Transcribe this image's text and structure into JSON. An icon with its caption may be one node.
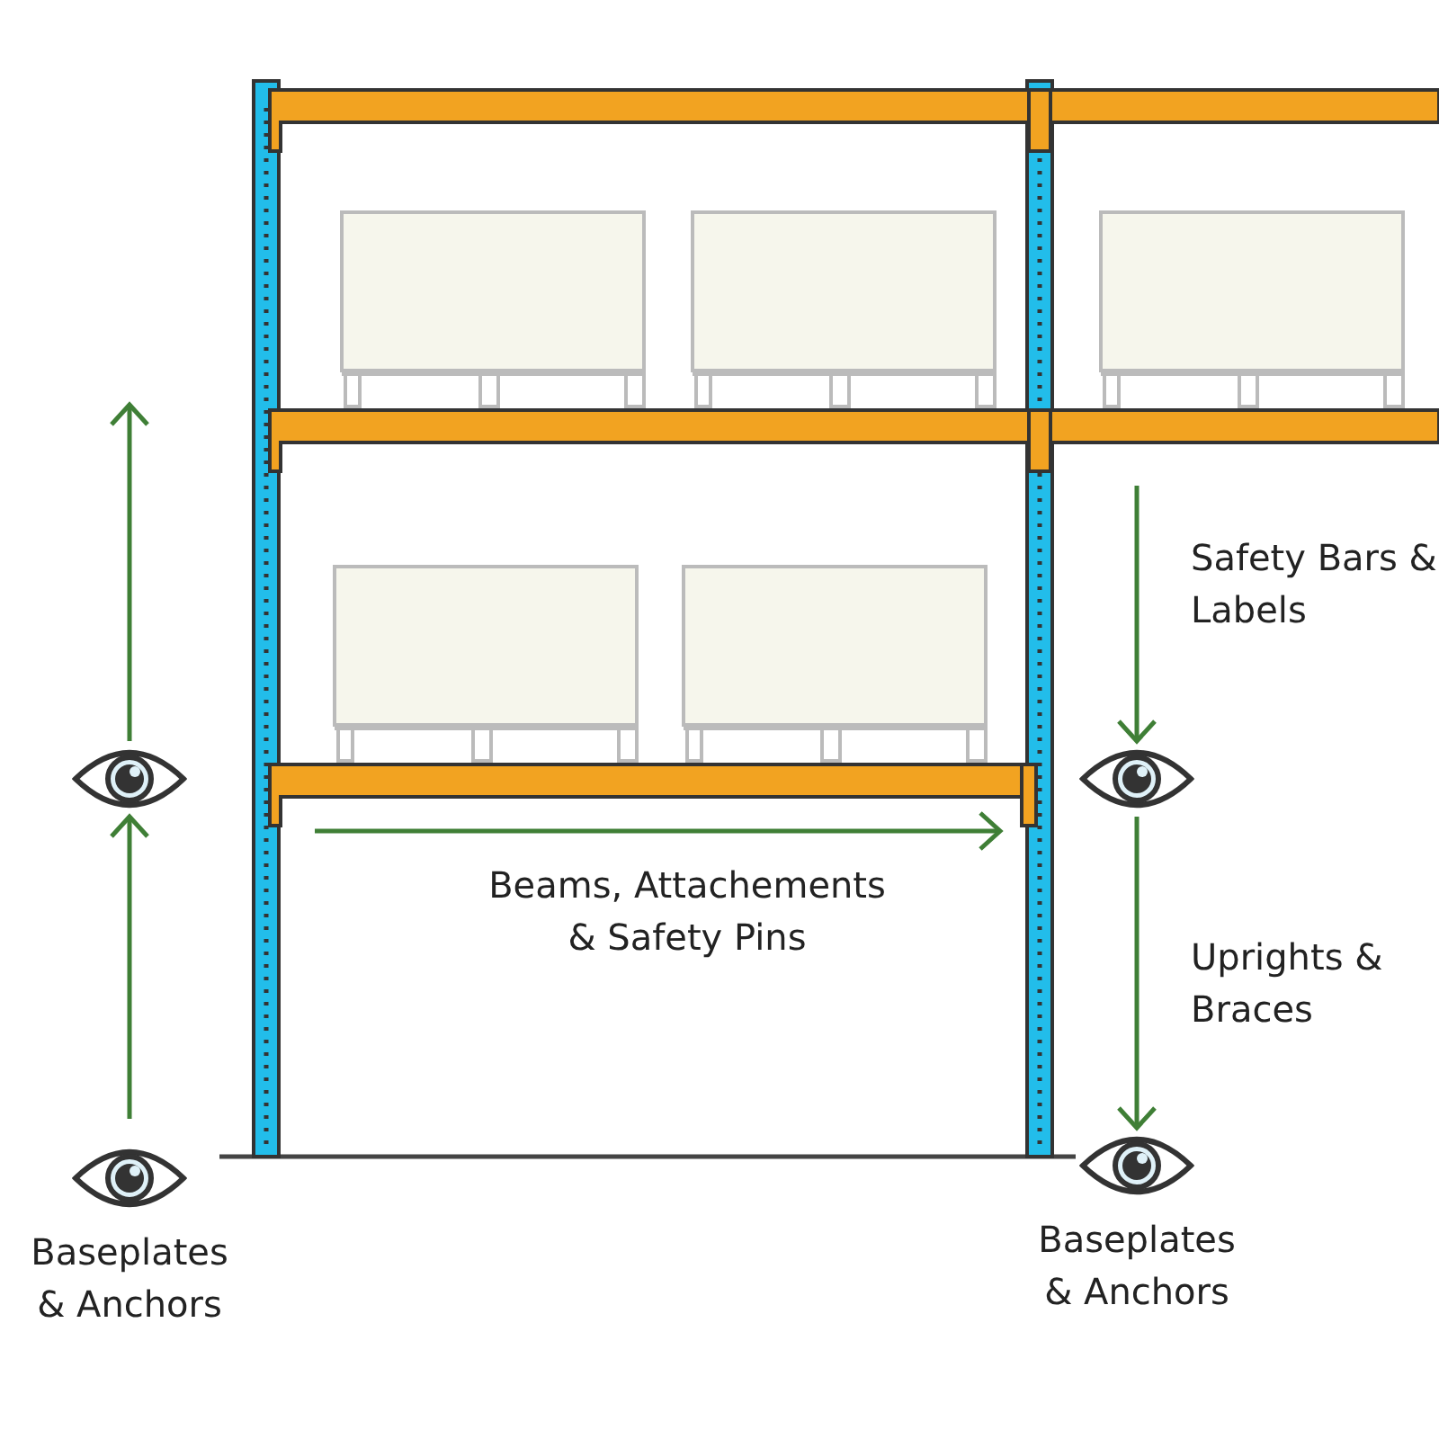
{
  "diagram": {
    "nodes": [
      {
        "text": [],
        "shape": "eye",
        "beside": [
          "Baseplates & Anchors"
        ]
      },
      {
        "text": [],
        "shape": "eye"
      },
      {
        "text": [],
        "shape": "eye"
      },
      {
        "text": [],
        "shape": "eye",
        "beside": [
          "Baseplates & Anchors"
        ]
      }
    ],
    "edges": [
      {
        "from": 0,
        "to": 1,
        "arrow": "to"
      },
      {
        "from": 1,
        "to": null,
        "arrow": "to"
      },
      {
        "from": null,
        "to": 2,
        "arrow": "to",
        "label": "Safety Bars & Labels"
      },
      {
        "from": 2,
        "to": 3,
        "arrow": "to",
        "label": "Uprights & Braces"
      }
    ],
    "labels": [
      "Beams, Attachements & Safety Pins"
    ]
  }
}
